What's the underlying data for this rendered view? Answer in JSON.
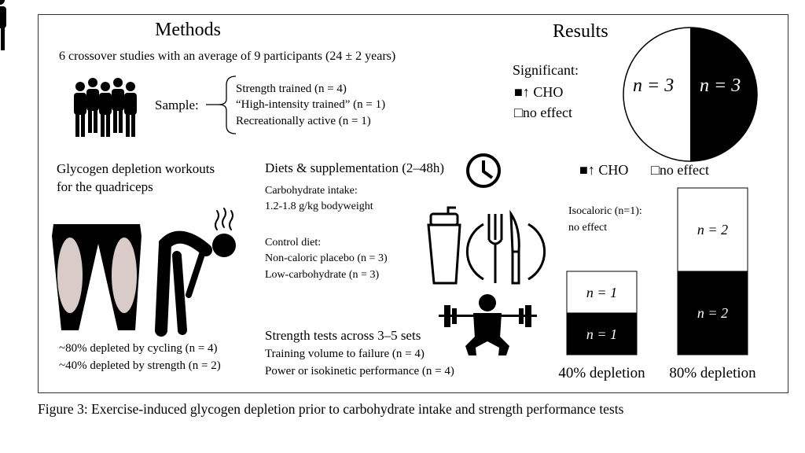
{
  "methods": {
    "title": "Methods",
    "summary": "6 crossover studies with an average of 9 participants (24 ± 2 years)",
    "sample_label": "Sample:",
    "sample_items": [
      "Strength trained (n = 4)",
      "“High-intensity trained” (n = 1)",
      "Recreationally active (n = 1)"
    ],
    "workouts_title_1": "Glycogen depletion workouts",
    "workouts_title_2": "for the quadriceps",
    "depletion_items": [
      "~80% depleted by cycling (n = 4)",
      "~40% depleted by strength (n = 2)"
    ],
    "diets_title": "Diets & supplementation (2–48h)",
    "cho_label": "Carbohydrate intake:",
    "cho_value": "1.2-1.8 g/kg bodyweight",
    "control_label": "Control diet:",
    "control_items": [
      "Non-caloric placebo (n = 3)",
      "Low-carbohydrate (n = 3)"
    ],
    "tests_title": "Strength tests across 3–5 sets",
    "tests_items": [
      "Training volume to failure (n = 4)",
      "Power or isokinetic performance (n = 4)"
    ],
    "icons": [
      "people-icon",
      "legs-muscle-icon",
      "exhausted-person-icon",
      "clock-icon",
      "shaker-bottle-icon",
      "plate-cutlery-icon",
      "barbell-squat-icon"
    ]
  },
  "results": {
    "title": "Results",
    "significant_label": "Significant:",
    "legend_cho": "↑ CHO",
    "legend_no_effect": "no effect",
    "pie": {
      "no_effect": "n = 3",
      "cho": "n = 3"
    },
    "isocaloric_1": "Isocaloric (n=1):",
    "isocaloric_2": "no effect",
    "bars": [
      {
        "label": "40% depletion",
        "no_effect": 1,
        "cho": 1,
        "no_effect_text": "n = 1",
        "cho_text": "n = 1"
      },
      {
        "label": "80% depletion",
        "no_effect": 2,
        "cho": 2,
        "no_effect_text": "n = 2",
        "cho_text": "n = 2"
      }
    ],
    "colors": {
      "cho": "#000000",
      "no_effect": "#ffffff",
      "muscle": "#d9ccc8"
    }
  },
  "caption": "Figure 3: Exercise-induced glycogen depletion prior to carbohydrate intake and strength performance tests"
}
